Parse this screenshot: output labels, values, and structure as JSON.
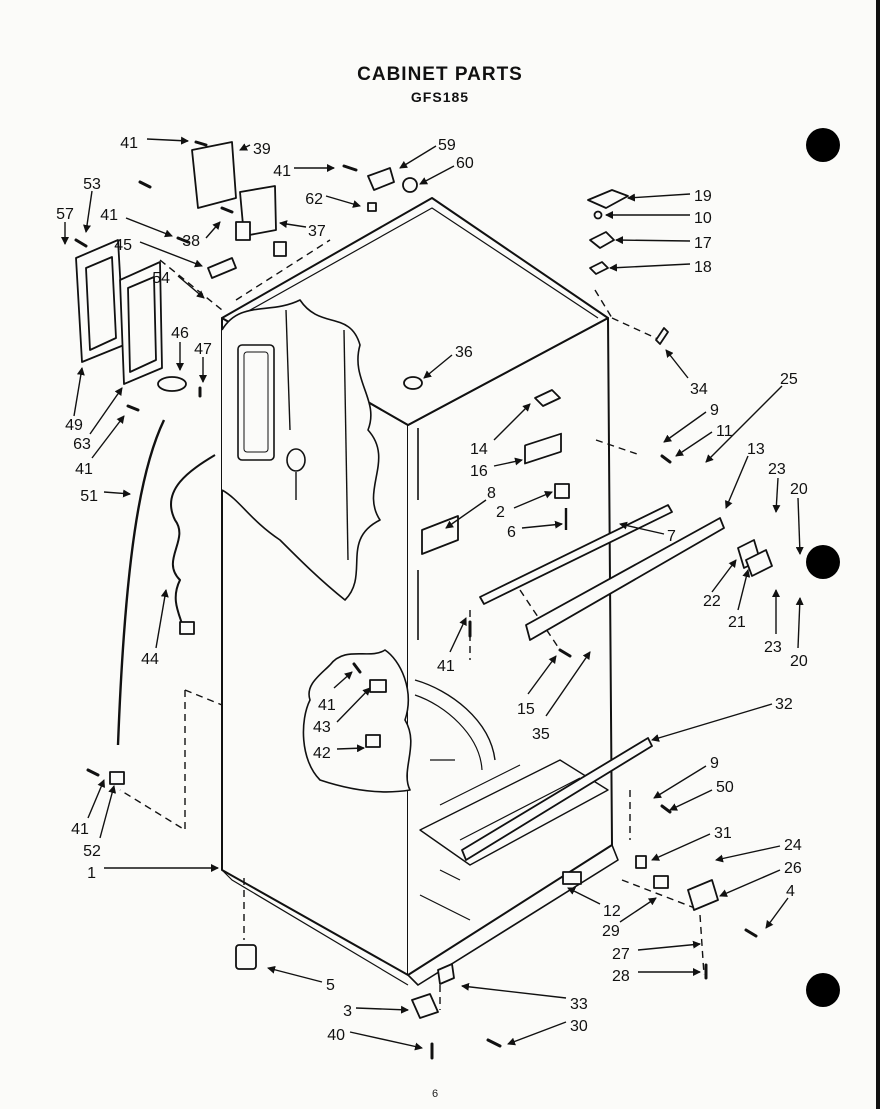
{
  "title": "CABINET PARTS",
  "model": "GFS185",
  "page_number": "6",
  "callouts": [
    {
      "label": "41"
    },
    {
      "label": "39"
    },
    {
      "label": "59"
    },
    {
      "label": "60"
    },
    {
      "label": "41"
    },
    {
      "label": "53"
    },
    {
      "label": "62"
    },
    {
      "label": "41"
    },
    {
      "label": "57"
    },
    {
      "label": "38"
    },
    {
      "label": "37"
    },
    {
      "label": "45"
    },
    {
      "label": "54"
    },
    {
      "label": "46"
    },
    {
      "label": "47"
    },
    {
      "label": "49"
    },
    {
      "label": "63"
    },
    {
      "label": "41"
    },
    {
      "label": "51"
    },
    {
      "label": "44"
    },
    {
      "label": "19"
    },
    {
      "label": "10"
    },
    {
      "label": "17"
    },
    {
      "label": "18"
    },
    {
      "label": "36"
    },
    {
      "label": "34"
    },
    {
      "label": "25"
    },
    {
      "label": "9"
    },
    {
      "label": "11"
    },
    {
      "label": "13"
    },
    {
      "label": "14"
    },
    {
      "label": "16"
    },
    {
      "label": "23"
    },
    {
      "label": "20"
    },
    {
      "label": "8"
    },
    {
      "label": "2"
    },
    {
      "label": "6"
    },
    {
      "label": "7"
    },
    {
      "label": "22"
    },
    {
      "label": "21"
    },
    {
      "label": "23"
    },
    {
      "label": "20"
    },
    {
      "label": "41"
    },
    {
      "label": "15"
    },
    {
      "label": "35"
    },
    {
      "label": "41"
    },
    {
      "label": "43"
    },
    {
      "label": "42"
    },
    {
      "label": "32"
    },
    {
      "label": "9"
    },
    {
      "label": "50"
    },
    {
      "label": "41"
    },
    {
      "label": "52"
    },
    {
      "label": "1"
    },
    {
      "label": "31"
    },
    {
      "label": "24"
    },
    {
      "label": "26"
    },
    {
      "label": "4"
    },
    {
      "label": "12"
    },
    {
      "label": "29"
    },
    {
      "label": "27"
    },
    {
      "label": "28"
    },
    {
      "label": "5"
    },
    {
      "label": "33"
    },
    {
      "label": "3"
    },
    {
      "label": "30"
    },
    {
      "label": "40"
    }
  ]
}
